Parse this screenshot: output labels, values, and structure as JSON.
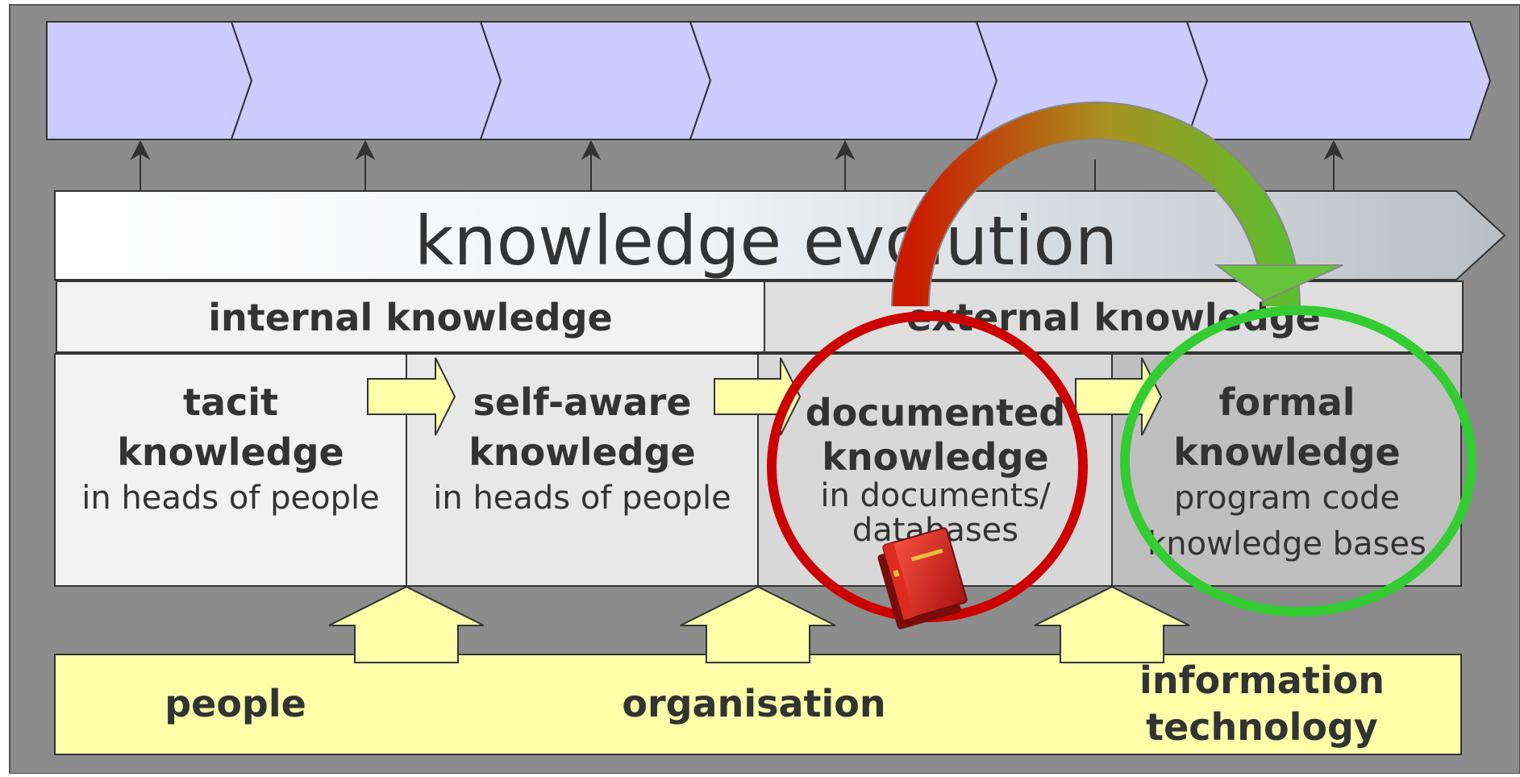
{
  "title": "knowledge evolution",
  "headers": {
    "internal": "internal knowledge",
    "external": "external knowledge"
  },
  "stages": [
    {
      "name_line1": "tacit",
      "name_line2": "knowledge",
      "desc_line1": "in heads of people",
      "desc_line2": ""
    },
    {
      "name_line1": "self-aware",
      "name_line2": "knowledge",
      "desc_line1": "in heads of people",
      "desc_line2": ""
    },
    {
      "name_line1": "documented",
      "name_line2": "knowledge",
      "desc_line1": "in documents/",
      "desc_line2": "databases"
    },
    {
      "name_line1": "formal",
      "name_line2": "knowledge",
      "desc_line1": "program code",
      "desc_line2": "knowledge bases"
    }
  ],
  "foundation": {
    "people": "people",
    "organisation": "organisation",
    "it_line1": "information",
    "it_line2": "technology"
  },
  "colors": {
    "background": "#8c8c8c",
    "chevron_fill": "#ccccff",
    "note_yellow": "#ffffaa",
    "red_circle": "#cc0000",
    "green_circle": "#33cc33",
    "text": "#333333"
  },
  "icons": [
    "book-icon",
    "curved-arrow-icon"
  ]
}
